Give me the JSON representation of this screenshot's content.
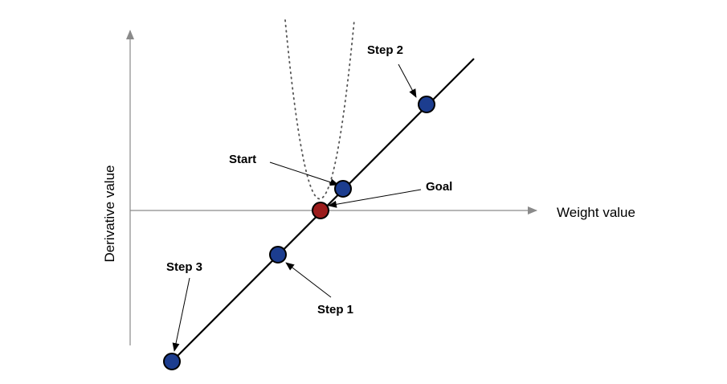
{
  "axes": {
    "x_label": "Weight value",
    "y_label": "Derivative value"
  },
  "callouts": {
    "start": "Start",
    "goal": "Goal",
    "step1": "Step 1",
    "step2": "Step 2",
    "step3": "Step 3"
  },
  "colors": {
    "axis": "#8a8a8a",
    "line": "#000000",
    "step_point": "#1c3d8f",
    "goal_point": "#9b1c1c",
    "curve": "#555555"
  }
}
